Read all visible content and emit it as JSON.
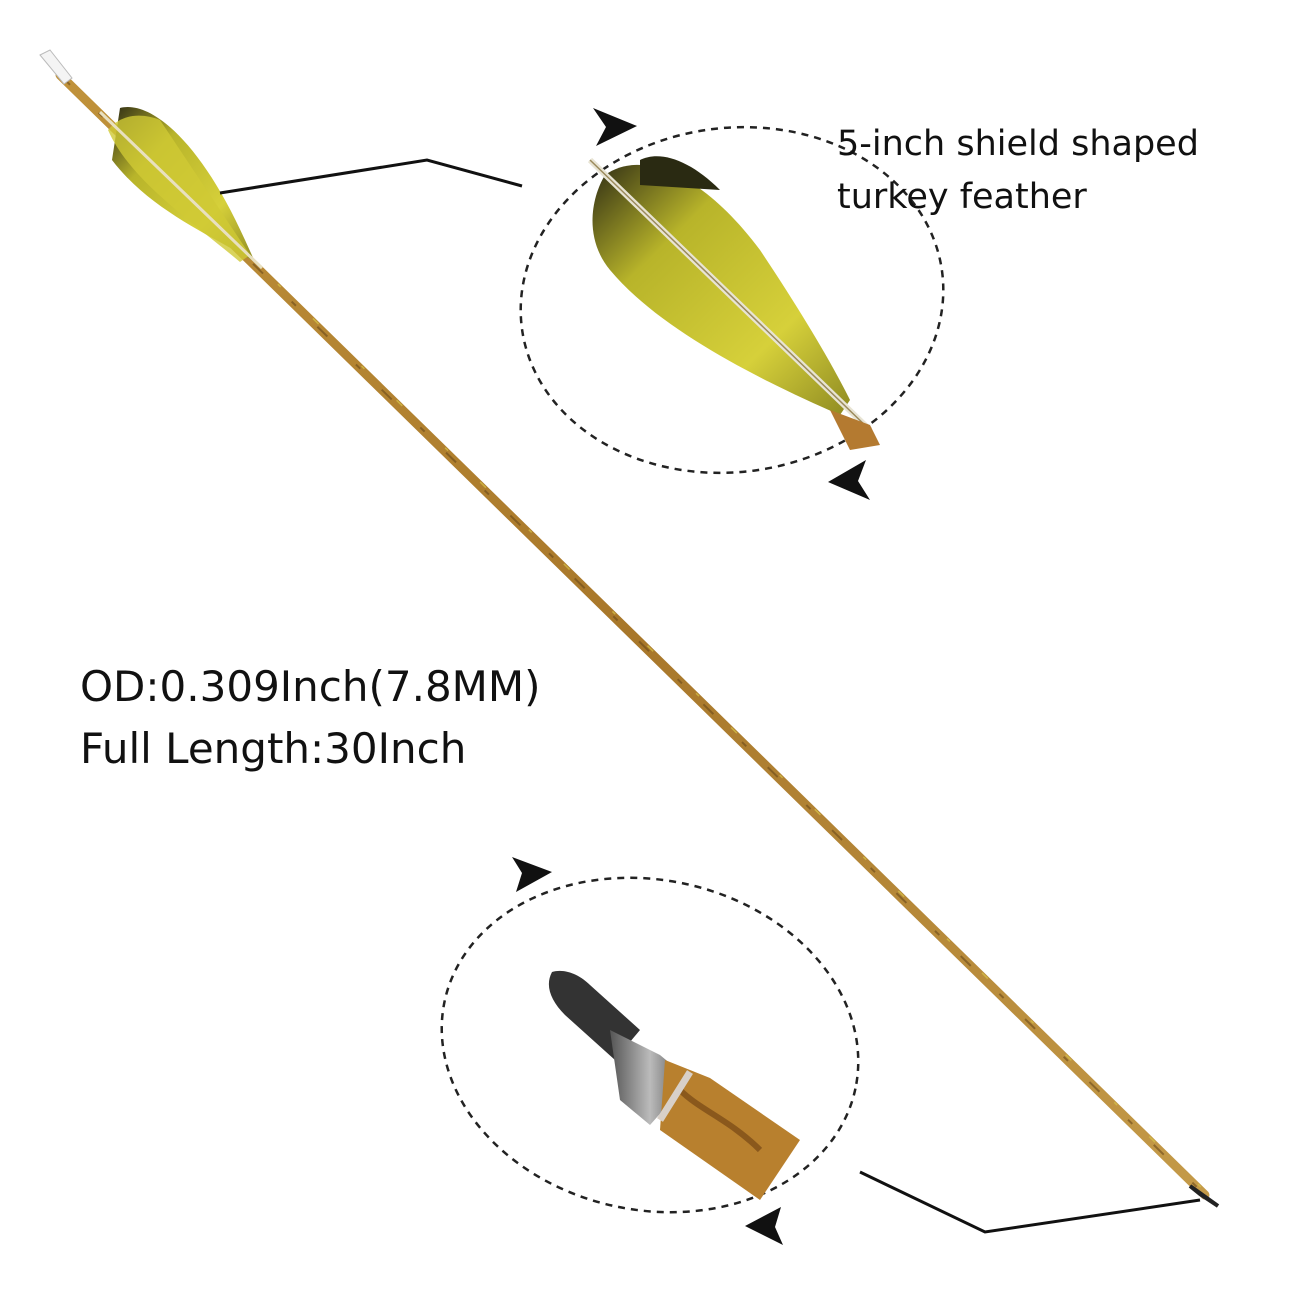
{
  "feather_callout": {
    "line1": "5-inch shield shaped",
    "line2": "turkey feather"
  },
  "specs": {
    "outer_diameter": "OD:0.309Inch(7.8MM)",
    "full_length": "Full Length:30Inch"
  },
  "colors": {
    "shaft": "#b8862f",
    "shaft_dark": "#6b4a1a",
    "feather": "#c8c230",
    "feather_dark": "#3a3a18",
    "callout_line": "#111111"
  }
}
